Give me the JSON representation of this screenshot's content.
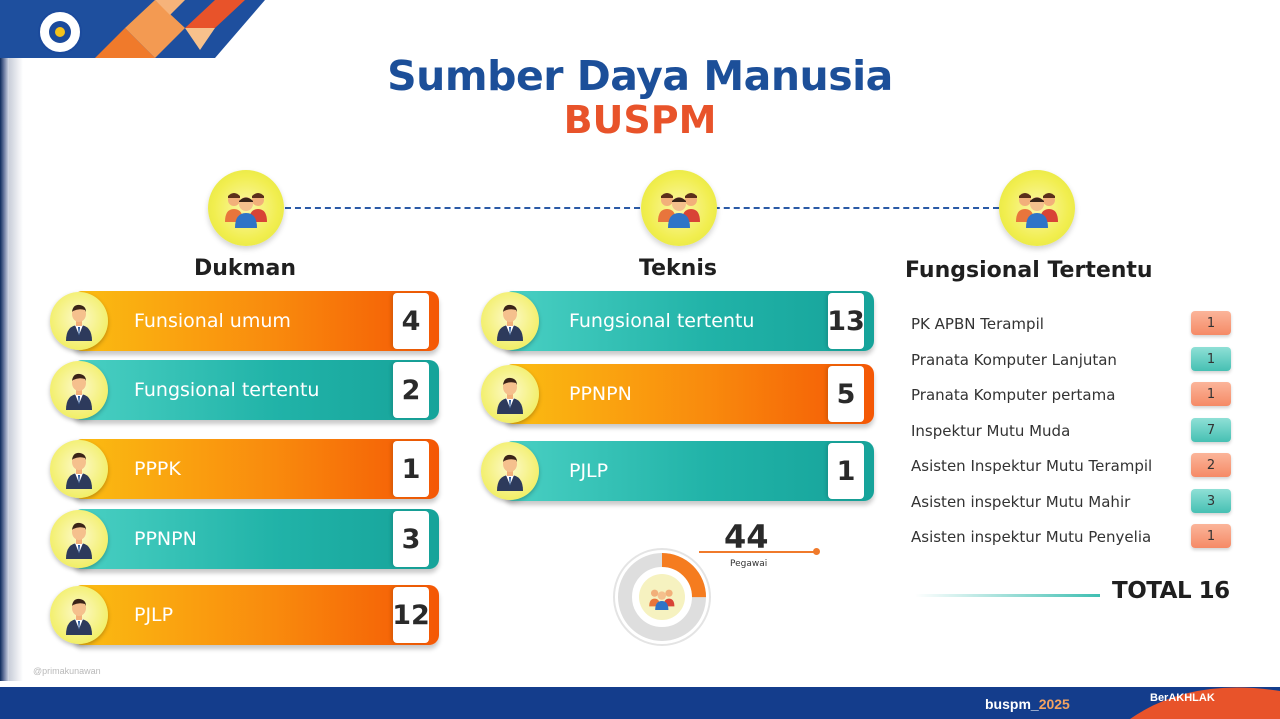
{
  "header": {
    "title": "Sumber Daya Manusia",
    "subtitle": "BUSPM"
  },
  "colors": {
    "title_blue": "#1c4f99",
    "accent_orange": "#e8532a",
    "bar_orange": "#f98a0d",
    "bar_teal": "#21b3a8",
    "footer_blue": "#143d8c"
  },
  "icons": {
    "group": "people-group-icon",
    "person": "person-avatar-icon",
    "logo": "agency-logo-icon"
  },
  "dukman": {
    "label": "Dukman",
    "items": [
      {
        "label": "Funsional umum",
        "value": "4",
        "color": "orange"
      },
      {
        "label": "Fungsional tertentu",
        "value": "2",
        "color": "teal"
      },
      {
        "label": "PPPK",
        "value": "1",
        "color": "orange"
      },
      {
        "label": "PPNPN",
        "value": "3",
        "color": "teal"
      },
      {
        "label": "PJLP",
        "value": "12",
        "color": "orange"
      }
    ]
  },
  "teknis": {
    "label": "Teknis",
    "items": [
      {
        "label": "Fungsional tertentu",
        "value": "13",
        "color": "teal"
      },
      {
        "label": "PPNPN",
        "value": "5",
        "color": "orange"
      },
      {
        "label": "PJLP",
        "value": "1",
        "color": "teal"
      }
    ]
  },
  "fungsional_tertentu": {
    "label": "Fungsional Tertentu",
    "items": [
      {
        "label": "PK APBN Terampil",
        "value": "1",
        "color": "salmon"
      },
      {
        "label": "Pranata Komputer Lanjutan",
        "value": "1",
        "color": "teal"
      },
      {
        "label": "Pranata Komputer pertama",
        "value": "1",
        "color": "salmon"
      },
      {
        "label": "Inspektur Mutu Muda",
        "value": "7",
        "color": "teal"
      },
      {
        "label": "Asisten Inspektur Mutu Terampil",
        "value": "2",
        "color": "salmon"
      },
      {
        "label": "Asisten inspektur Mutu Mahir",
        "value": "3",
        "color": "teal"
      },
      {
        "label": "Asisten inspektur Mutu Penyelia",
        "value": "1",
        "color": "salmon"
      }
    ],
    "total": "TOTAL 16"
  },
  "summary": {
    "count": "44",
    "unit": "Pegawai",
    "fraction": 0.25
  },
  "footer": {
    "tag_prefix": "buspm_",
    "tag_year": "2025",
    "brand": "BerAKHLAK",
    "watermark": "@primakunawan"
  }
}
